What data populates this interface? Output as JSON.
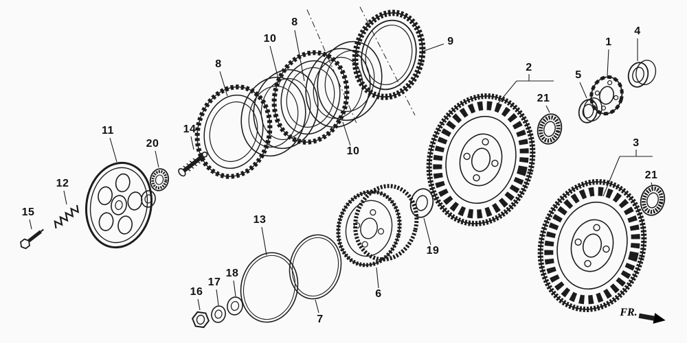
{
  "diagram": {
    "type": "exploded-parts-diagram",
    "subject": "clutch assembly",
    "background": "#fafafa",
    "line_color": "#1c1c1c",
    "direction_indicator": {
      "label": "FR."
    },
    "callouts": [
      {
        "part": "8"
      },
      {
        "part": "10"
      },
      {
        "part": "9"
      },
      {
        "part": "8"
      },
      {
        "part": "4"
      },
      {
        "part": "1"
      },
      {
        "part": "2"
      },
      {
        "part": "5"
      },
      {
        "part": "21"
      },
      {
        "part": "11"
      },
      {
        "part": "14"
      },
      {
        "part": "20"
      },
      {
        "part": "3"
      },
      {
        "part": "10"
      },
      {
        "part": "21"
      },
      {
        "part": "12"
      },
      {
        "part": "15"
      },
      {
        "part": "13"
      },
      {
        "part": "19"
      },
      {
        "part": "18"
      },
      {
        "part": "17"
      },
      {
        "part": "16"
      },
      {
        "part": "6"
      },
      {
        "part": "7"
      }
    ]
  }
}
